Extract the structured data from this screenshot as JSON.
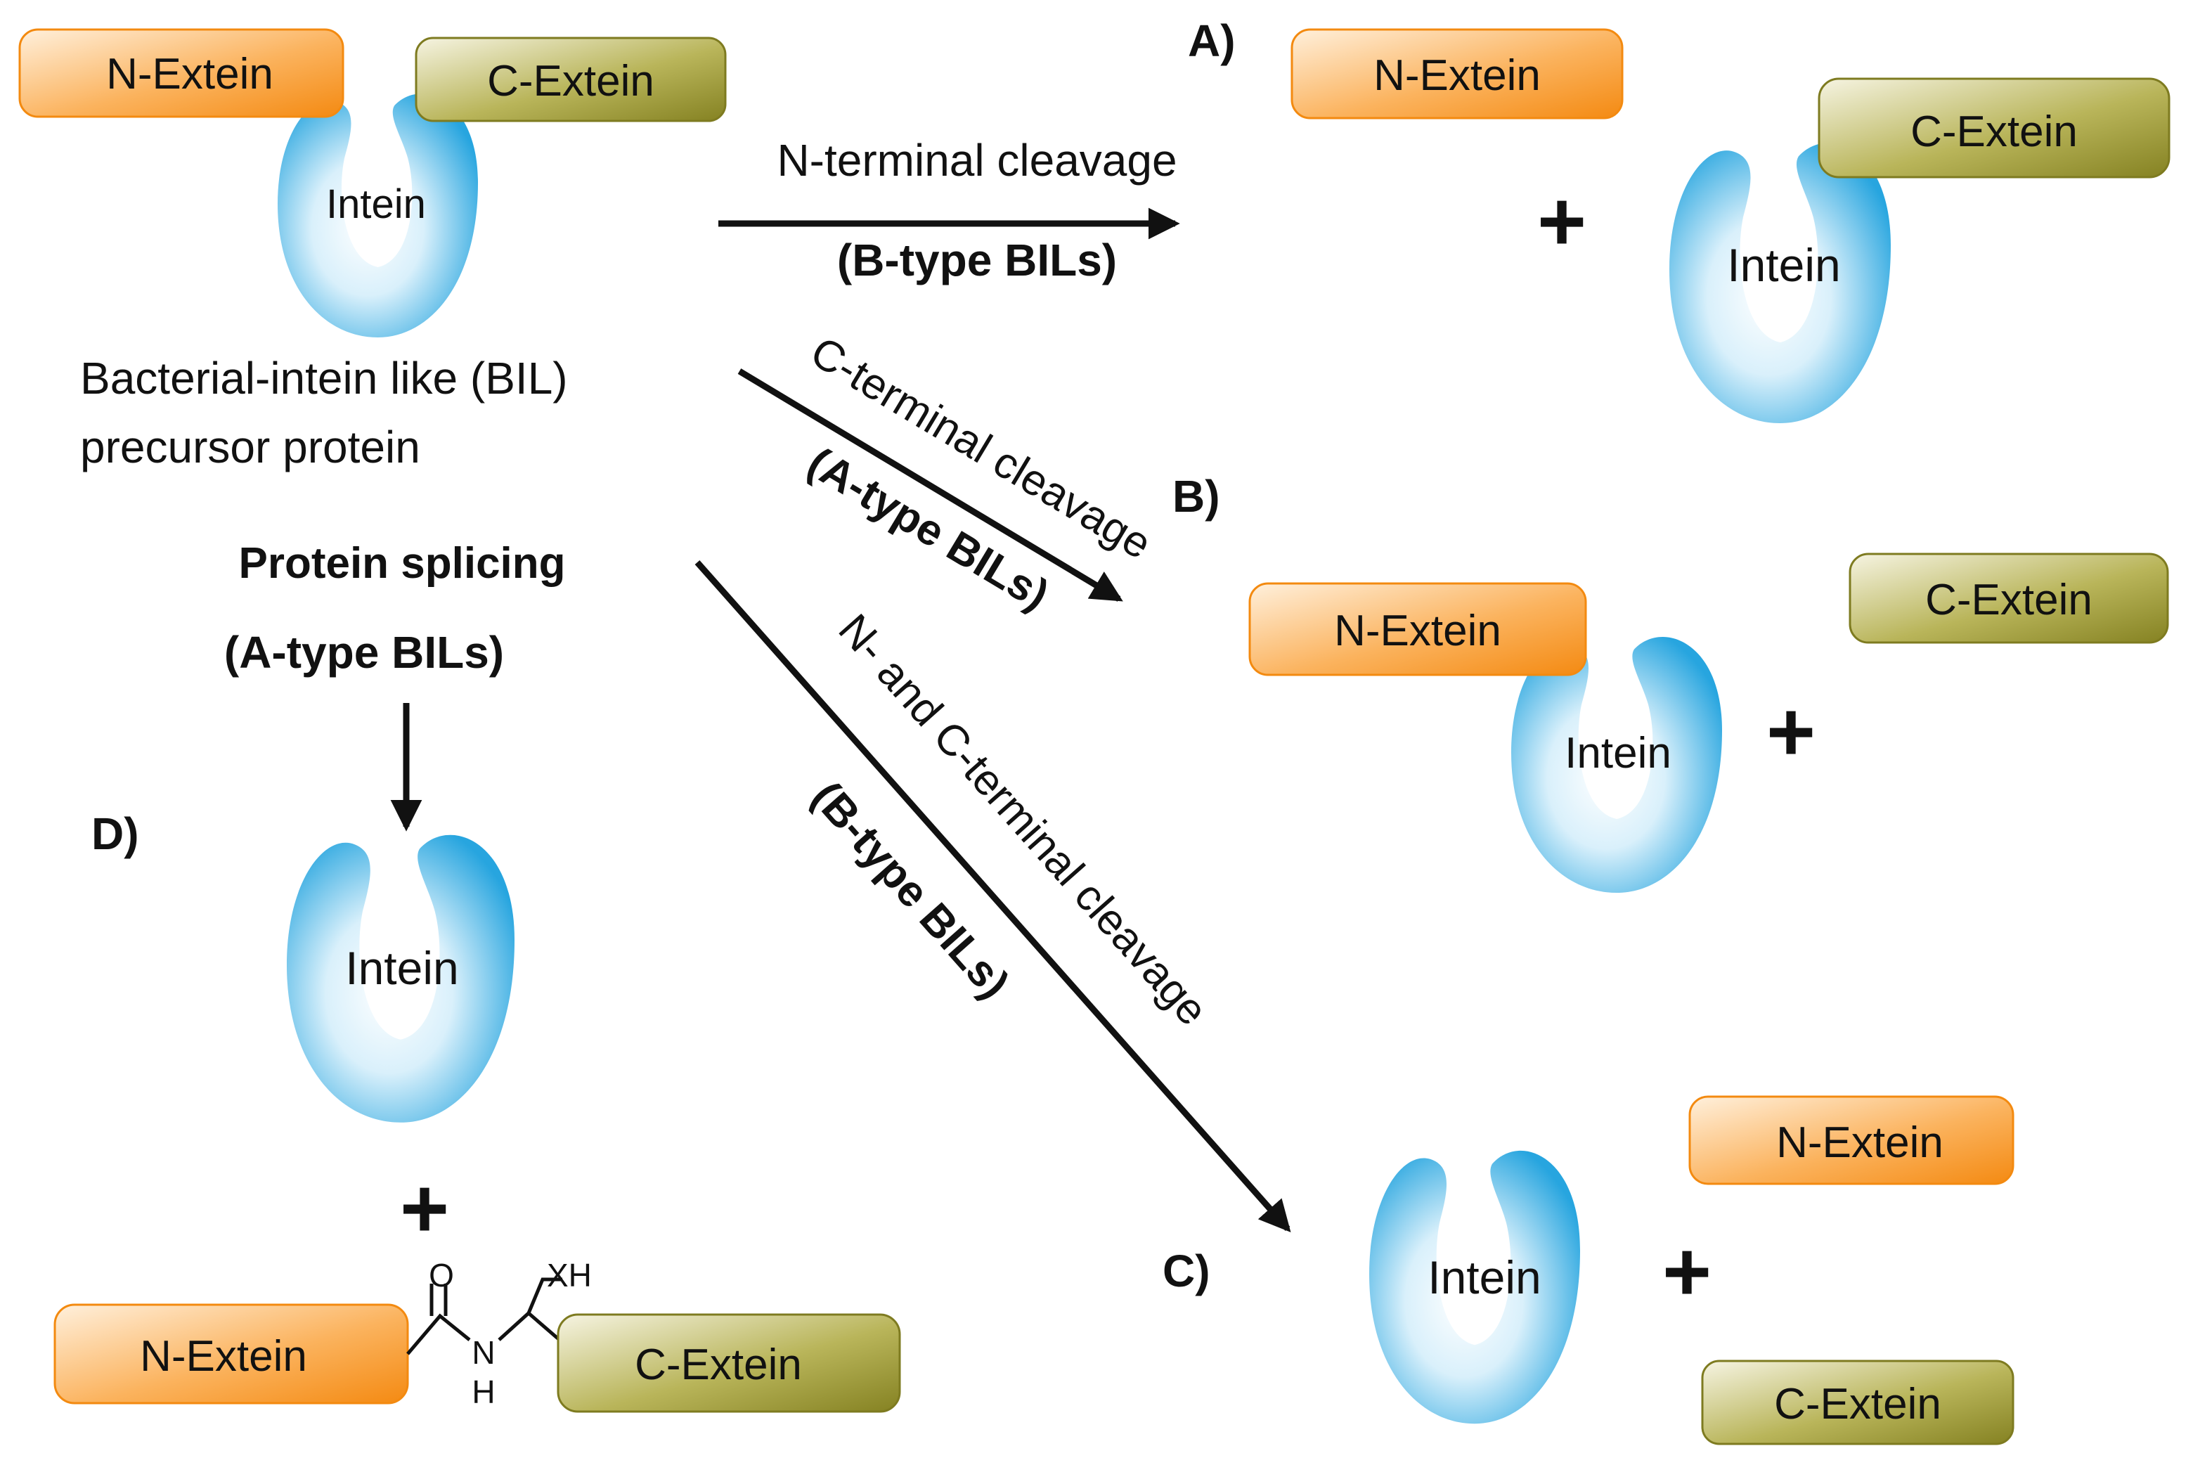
{
  "labels": {
    "n_extein": "N-Extein",
    "c_extein": "C-Extein",
    "intein": "Intein",
    "precursor_line1": "Bacterial-intein like (BIL)",
    "precursor_line2": "precursor protein",
    "pathway_a_label": "A)",
    "pathway_b_label": "B)",
    "pathway_c_label": "C)",
    "pathway_d_label": "D)",
    "n_terminal_cleavage": "N-terminal cleavage",
    "b_type_bils_top": "(B-type BILs)",
    "c_terminal_cleavage": "C-terminal cleavage",
    "a_type_bils_mid": "(A-type BILs)",
    "n_and_c_terminal_cleavage": "N- and C-terminal cleavage",
    "b_type_bils_diag": "(B-type BILs)",
    "protein_splicing": "Protein splicing",
    "a_type_bils_splice": "(A-type BILs)",
    "plus": "+",
    "chem_o": "O",
    "chem_n": "N",
    "chem_h": "H",
    "chem_xh": "XH"
  },
  "colors": {
    "n_extein_light": "#fde3c4",
    "n_extein_dark": "#f7941d",
    "c_extein_light": "#f3f1d8",
    "c_extein_dark": "#8c8a2a",
    "intein_light": "#ffffff",
    "intein_dark": "#29a8e0"
  }
}
